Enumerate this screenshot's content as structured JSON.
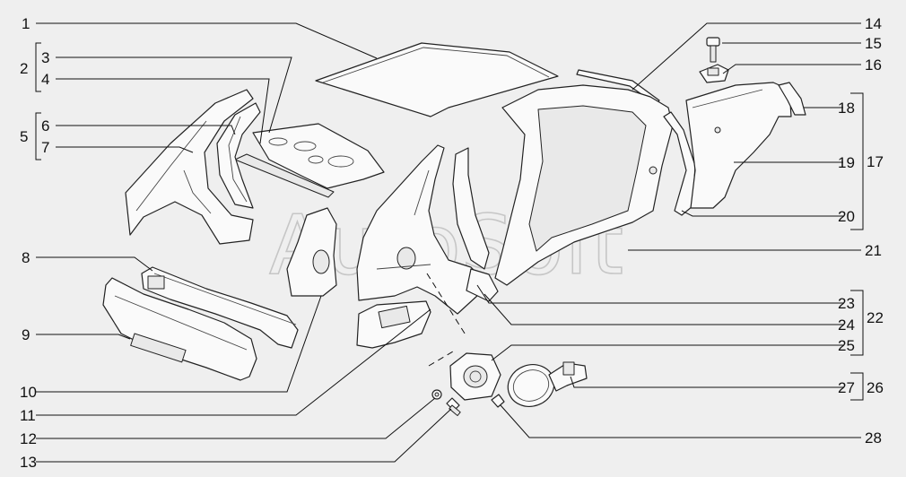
{
  "watermark": "AutoSoft",
  "callouts": {
    "c1": "1",
    "c2": "2",
    "c3": "3",
    "c4": "4",
    "c5": "5",
    "c6": "6",
    "c7": "7",
    "c8": "8",
    "c9": "9",
    "c10": "10",
    "c11": "11",
    "c12": "12",
    "c13": "13",
    "c14": "14",
    "c15": "15",
    "c16": "16",
    "c17": "17",
    "c18": "18",
    "c19": "19",
    "c20": "20",
    "c21": "21",
    "c22": "22",
    "c23": "23",
    "c24": "24",
    "c25": "25",
    "c26": "26",
    "c27": "27",
    "c28": "28"
  }
}
